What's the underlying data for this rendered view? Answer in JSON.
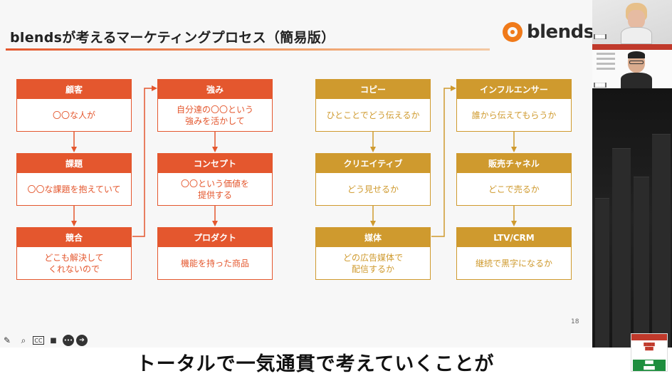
{
  "slide": {
    "title": "blendsが考えるマーケティングプロセス（簡易版）",
    "logo_text": "blends",
    "page_number": "18",
    "red_flow": [
      {
        "head": "顧客",
        "body": "〇〇な人が"
      },
      {
        "head": "課題",
        "body": "〇〇な課題を抱えていて"
      },
      {
        "head": "競合",
        "body": "どこも解決して\nくれないので"
      },
      {
        "head": "強み",
        "body": "自分達の〇〇という\n強みを活かして"
      },
      {
        "head": "コンセプト",
        "body": "〇〇という価値を\n提供する"
      },
      {
        "head": "プロダクト",
        "body": "機能を持った商品"
      }
    ],
    "gold_flow": [
      {
        "head": "コピー",
        "body": "ひとことでどう伝えるか"
      },
      {
        "head": "クリエイティブ",
        "body": "どう見せるか"
      },
      {
        "head": "媒体",
        "body": "どの広告媒体で\n配信するか"
      },
      {
        "head": "インフルエンサー",
        "body": "誰から伝えてもらうか"
      },
      {
        "head": "販売チャネル",
        "body": "どこで売るか"
      },
      {
        "head": "LTV/CRM",
        "body": "継続で黒字になるか"
      }
    ],
    "colors": {
      "red": "#e4572e",
      "gold": "#cf9a2e"
    }
  },
  "toolbar": {
    "icons": [
      "pen-icon",
      "zoom-icon",
      "cc-icon",
      "camera-icon",
      "more-icon",
      "next-icon"
    ],
    "glyphs": [
      "✎",
      "⌕",
      "CC",
      "■",
      "•••",
      "➔"
    ]
  },
  "caption": {
    "text": "トータルで一気通貫で考えていくことが"
  }
}
